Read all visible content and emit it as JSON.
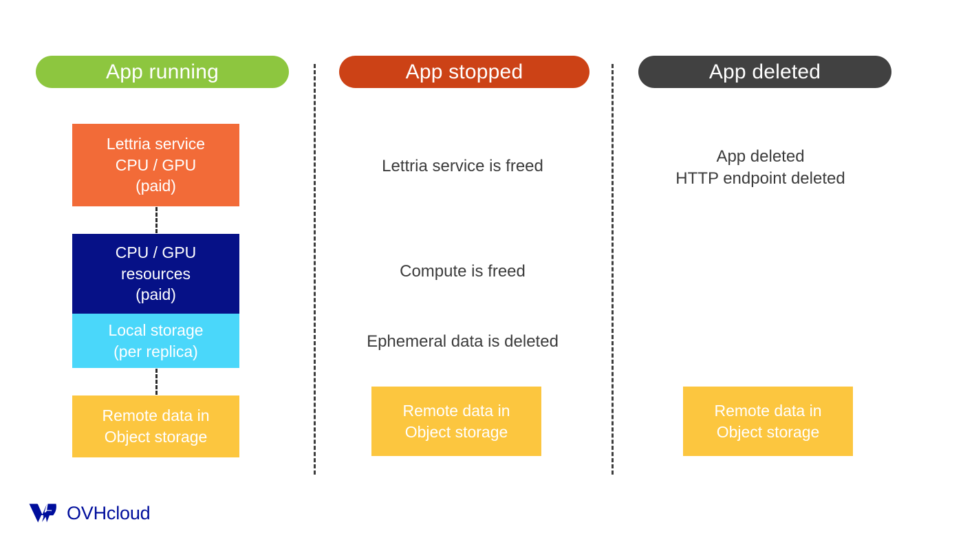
{
  "columns": [
    {
      "id": "running",
      "header": "App running",
      "header_color": "#8dc63f",
      "blocks": [
        {
          "name": "lettria-service",
          "color": "#f26b38",
          "lines": [
            "Lettria service",
            "CPU / GPU",
            "(paid)"
          ]
        },
        {
          "name": "cpu-gpu-resources",
          "color": "#061187",
          "lines": [
            "CPU / GPU",
            "resources",
            "(paid)"
          ]
        },
        {
          "name": "local-storage",
          "color": "#4ad7fa",
          "lines": [
            "Local storage",
            "(per replica)"
          ]
        },
        {
          "name": "remote-object-storage",
          "color": "#fcc63f",
          "lines": [
            "Remote data in",
            "Object storage"
          ]
        }
      ]
    },
    {
      "id": "stopped",
      "header": "App stopped",
      "header_color": "#cc4216",
      "notes": [
        {
          "name": "lettria-service-freed",
          "lines": [
            "Lettria service is freed"
          ]
        },
        {
          "name": "compute-freed",
          "lines": [
            "Compute is freed"
          ]
        },
        {
          "name": "ephemeral-data-deleted",
          "lines": [
            "Ephemeral data is deleted"
          ]
        }
      ],
      "blocks": [
        {
          "name": "remote-object-storage",
          "color": "#fcc63f",
          "lines": [
            "Remote data in",
            "Object storage"
          ]
        }
      ]
    },
    {
      "id": "deleted",
      "header": "App deleted",
      "header_color": "#414141",
      "notes": [
        {
          "name": "app-and-endpoint-deleted",
          "lines": [
            "App deleted",
            "HTTP endpoint deleted"
          ]
        }
      ],
      "blocks": [
        {
          "name": "remote-object-storage",
          "color": "#fcc63f",
          "lines": [
            "Remote data in",
            "Object storage"
          ]
        }
      ]
    }
  ],
  "headers": {
    "running": "App running",
    "stopped": "App stopped",
    "deleted": "App deleted"
  },
  "boxes": {
    "lettria": {
      "l1": "Lettria service",
      "l2": "CPU / GPU",
      "l3": "(paid)"
    },
    "cpu": {
      "l1": "CPU / GPU",
      "l2": "resources",
      "l3": "(paid)"
    },
    "local": {
      "l1": "Local storage",
      "l2": "(per replica)"
    },
    "remote1": {
      "l1": "Remote data in",
      "l2": "Object storage"
    },
    "remote2": {
      "l1": "Remote data in",
      "l2": "Object storage"
    },
    "remote3": {
      "l1": "Remote data in",
      "l2": "Object storage"
    }
  },
  "notes": {
    "lettria_freed": "Lettria service is freed",
    "compute_freed": "Compute is freed",
    "ephemeral_deleted": "Ephemeral data is deleted",
    "app_deleted_l1": "App deleted",
    "app_deleted_l2": "HTTP endpoint deleted"
  },
  "logo": {
    "text": "OVHcloud",
    "mark": "ovhcloud-logo-icon",
    "color": "#000e9c"
  },
  "palette": {
    "green": "#8dc63f",
    "orange_red": "#cc4216",
    "dark_gray": "#414141",
    "orange": "#f26b38",
    "navy": "#061187",
    "cyan": "#4ad7fa",
    "yellow": "#fcc63f",
    "text": "#3b3b3b",
    "background": "#ffffff"
  }
}
